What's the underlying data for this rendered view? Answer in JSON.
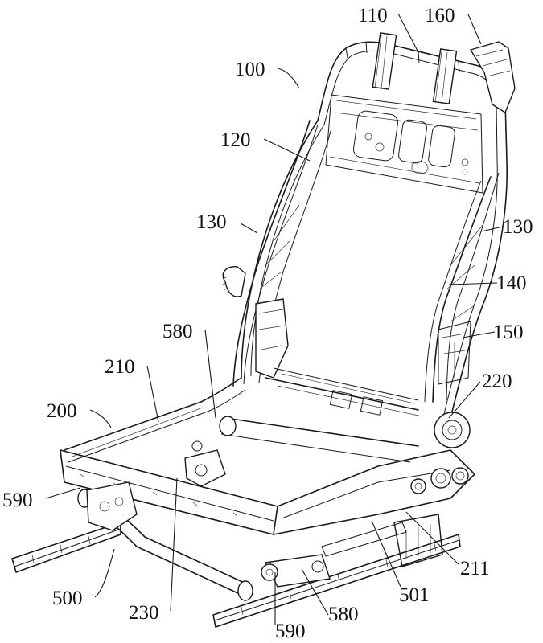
{
  "figure": {
    "type": "patent-line-drawing",
    "subject": "seat frame assembly (perspective view)",
    "labels": [
      {
        "id": "label-100",
        "text": "100",
        "part": "backrest frame assembly"
      },
      {
        "id": "label-110",
        "text": "110",
        "part": "upper cross tube"
      },
      {
        "id": "label-160",
        "text": "160",
        "part": "upper bracket"
      },
      {
        "id": "label-120",
        "text": "120",
        "part": "backrest side member"
      },
      {
        "id": "label-130-left",
        "text": "130",
        "part": "side plate (left)"
      },
      {
        "id": "label-130-right",
        "text": "130",
        "part": "side plate (right)"
      },
      {
        "id": "label-140",
        "text": "140",
        "part": "reinforcement"
      },
      {
        "id": "label-150",
        "text": "150",
        "part": "side panel opening"
      },
      {
        "id": "label-580-top",
        "text": "580",
        "part": "link arm (upper)"
      },
      {
        "id": "label-210",
        "text": "210",
        "part": "cushion side frame"
      },
      {
        "id": "label-200",
        "text": "200",
        "part": "cushion frame assembly"
      },
      {
        "id": "label-220",
        "text": "220",
        "part": "recliner"
      },
      {
        "id": "label-590-left",
        "text": "590",
        "part": "pivot (left)"
      },
      {
        "id": "label-211",
        "text": "211",
        "part": "mounting bracket"
      },
      {
        "id": "label-500",
        "text": "500",
        "part": "slide rail assembly"
      },
      {
        "id": "label-501",
        "text": "501",
        "part": "slide rail"
      },
      {
        "id": "label-230",
        "text": "230",
        "part": "front cross tube"
      },
      {
        "id": "label-590-bottom",
        "text": "590",
        "part": "pivot (bottom)"
      },
      {
        "id": "label-580-bottom",
        "text": "580",
        "part": "link arm (lower)"
      }
    ]
  }
}
